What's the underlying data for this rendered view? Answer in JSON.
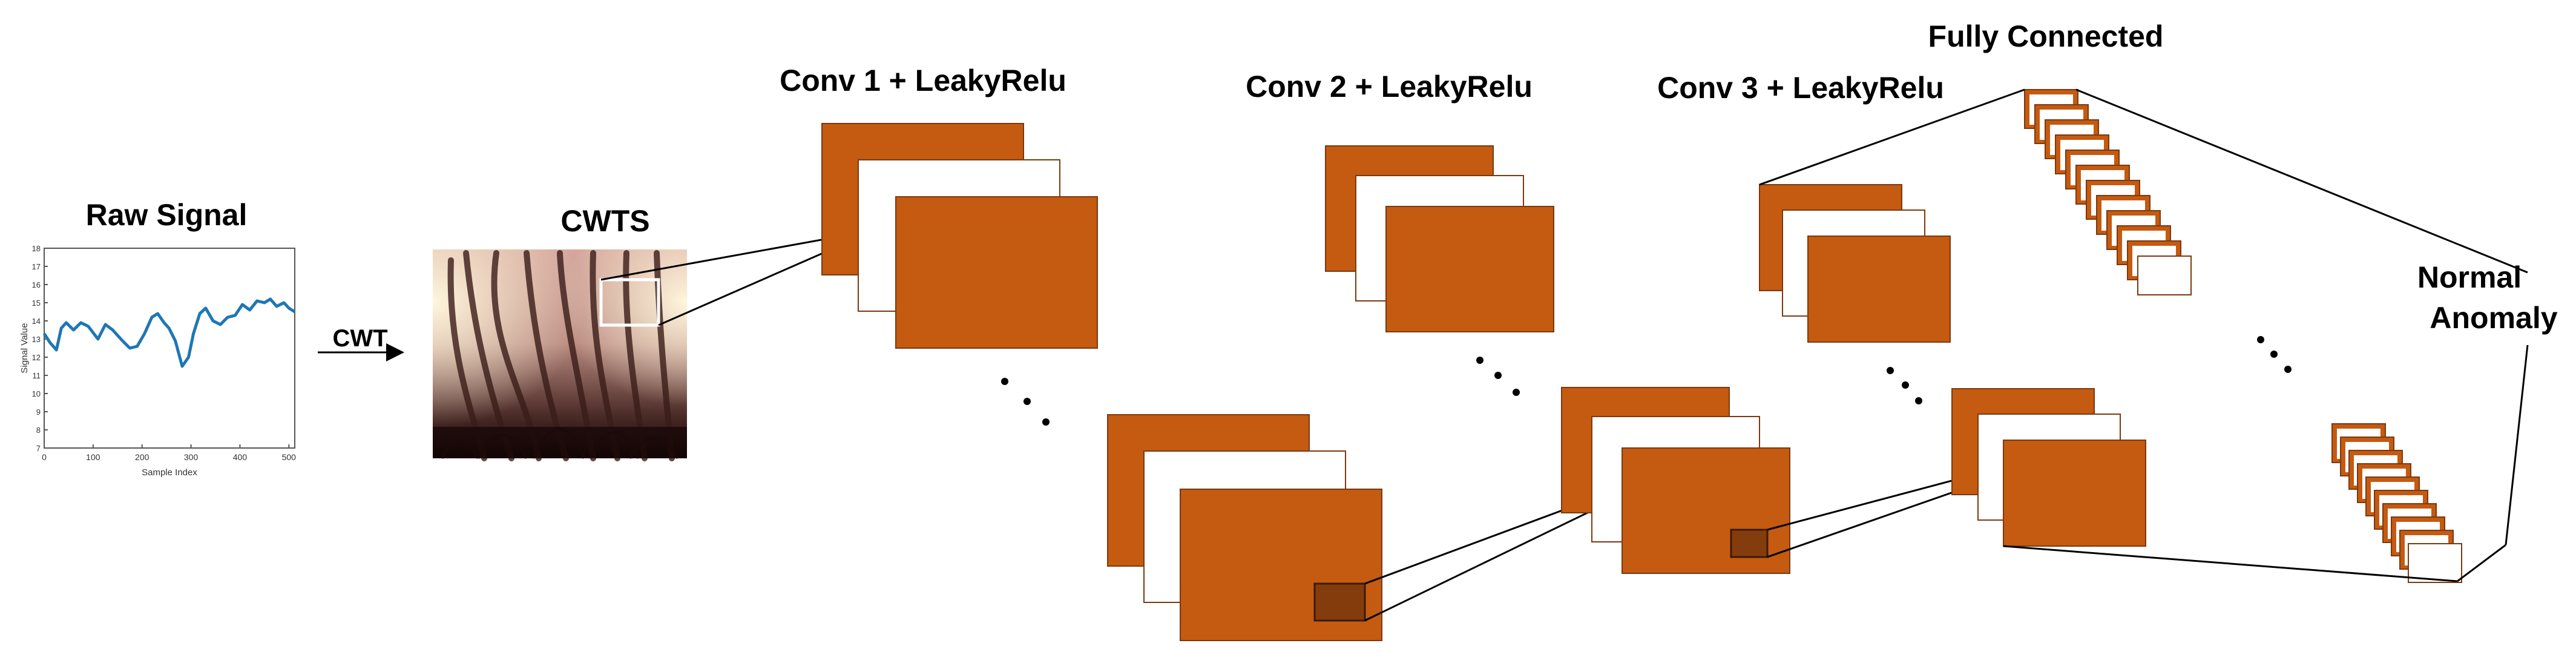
{
  "labels": {
    "raw_signal": "Raw Signal",
    "cwt_arrow": "CWT",
    "cwts": "CWTS",
    "conv1": "Conv 1 + LeakyRelu",
    "conv2": "Conv 2 + LeakyRelu",
    "conv3": "Conv 3 + LeakyRelu",
    "fully_connected": "Fully Connected",
    "normal": "Normal",
    "anomaly": "Anomaly"
  },
  "signal_plot": {
    "xlabel": "Sample Index",
    "ylabel": "Signal Value",
    "xticks": [
      "0",
      "100",
      "200",
      "300",
      "400",
      "500"
    ],
    "yticks": [
      "7",
      "8",
      "9",
      "10",
      "11",
      "12",
      "13",
      "14",
      "15",
      "16",
      "17",
      "18"
    ],
    "xlim": [
      0,
      512
    ],
    "ylim": [
      7,
      18
    ],
    "line_color": "#1f77b4",
    "x": [
      0,
      12,
      25,
      35,
      45,
      60,
      75,
      90,
      110,
      125,
      140,
      160,
      175,
      190,
      205,
      220,
      232,
      245,
      255,
      268,
      282,
      295,
      305,
      318,
      330,
      345,
      360,
      375,
      390,
      405,
      420,
      435,
      450,
      462,
      475,
      490,
      500,
      512
    ],
    "y": [
      13.3,
      12.8,
      12.4,
      13.6,
      13.9,
      13.5,
      13.9,
      13.7,
      13.0,
      13.8,
      13.5,
      12.9,
      12.5,
      12.6,
      13.3,
      14.2,
      14.4,
      13.9,
      13.6,
      12.9,
      11.5,
      12.0,
      13.3,
      14.4,
      14.7,
      14.0,
      13.8,
      14.2,
      14.3,
      14.9,
      14.6,
      15.1,
      15.0,
      15.2,
      14.8,
      15.0,
      14.7,
      14.5
    ]
  },
  "colors": {
    "feature_map": "#c55a11",
    "feature_map_stroke": "#7a3a10",
    "kernel": "#843c0c",
    "blank_map": "#ffffff",
    "line": "#000000"
  },
  "icons": {
    "continuation": "ellipsis-dots-icon",
    "transform_arrow": "right-arrow-icon"
  }
}
